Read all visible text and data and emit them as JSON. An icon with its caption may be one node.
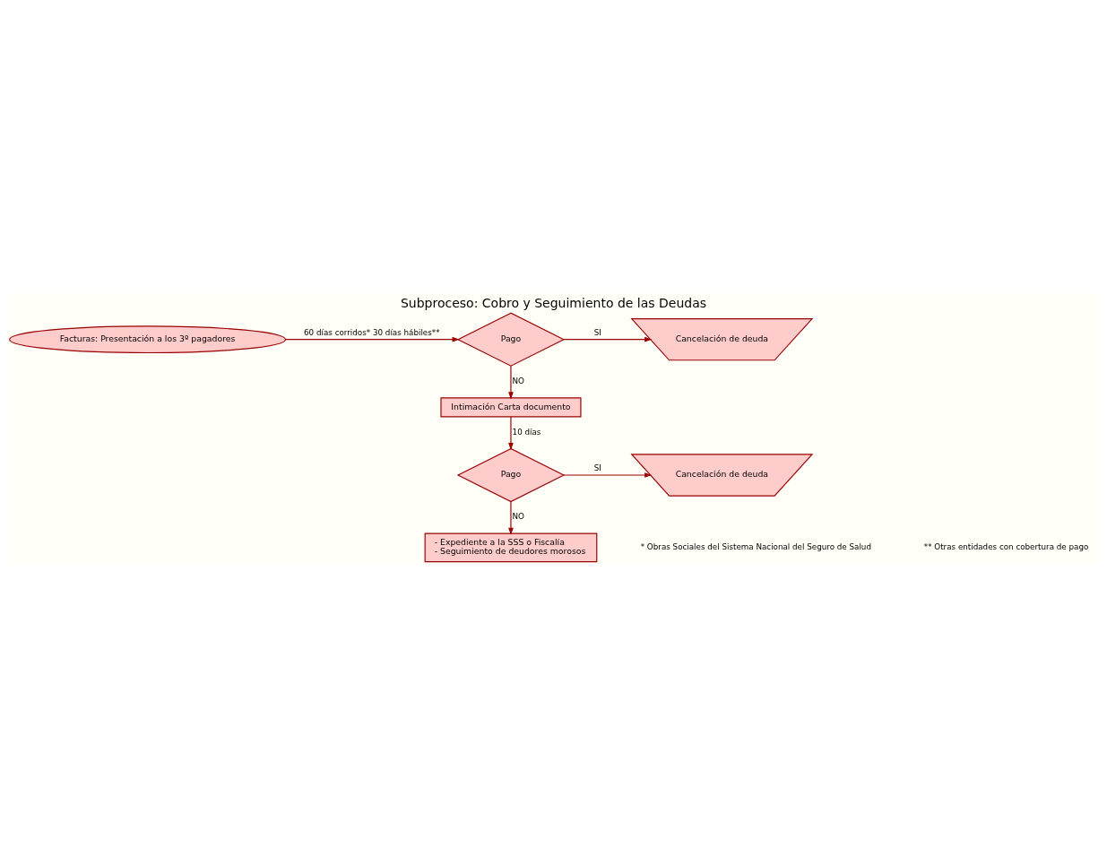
{
  "diagram": {
    "title": "Subproceso: Cobro y Seguimiento de las Deudas",
    "nodes": [
      {
        "text": [
          "Facturas: Presentación a los 3º pagadores"
        ]
      },
      {
        "text": [
          "Pago"
        ]
      },
      {
        "text": [
          "Cancelación de deuda"
        ]
      },
      {
        "text": [
          "Intimación Carta documento"
        ]
      },
      {
        "text": [
          "Pago"
        ]
      },
      {
        "text": [
          "Cancelación de deuda"
        ]
      },
      {
        "text": [
          "- Expediente a la SSS o Fiscalía",
          "- Seguimiento de deudores morosos"
        ]
      }
    ],
    "edges": [
      {
        "from": 0,
        "to": 1,
        "arrow": "to",
        "label": "60 días corridos* 30 días hábiles**"
      },
      {
        "from": 1,
        "to": 2,
        "arrow": "to",
        "label": "SI"
      },
      {
        "from": 1,
        "to": 3,
        "arrow": "to",
        "label": "NO"
      },
      {
        "from": 3,
        "to": 4,
        "arrow": "to",
        "label": "10 días"
      },
      {
        "from": 4,
        "to": 5,
        "arrow": "to",
        "label": "SI"
      },
      {
        "from": 4,
        "to": 6,
        "arrow": "to",
        "label": "NO"
      }
    ],
    "labels": [
      "* Obras Sociales del Sistema Nacional del Seguro de Salud",
      "** Otras entidades con cobertura de pago"
    ]
  }
}
